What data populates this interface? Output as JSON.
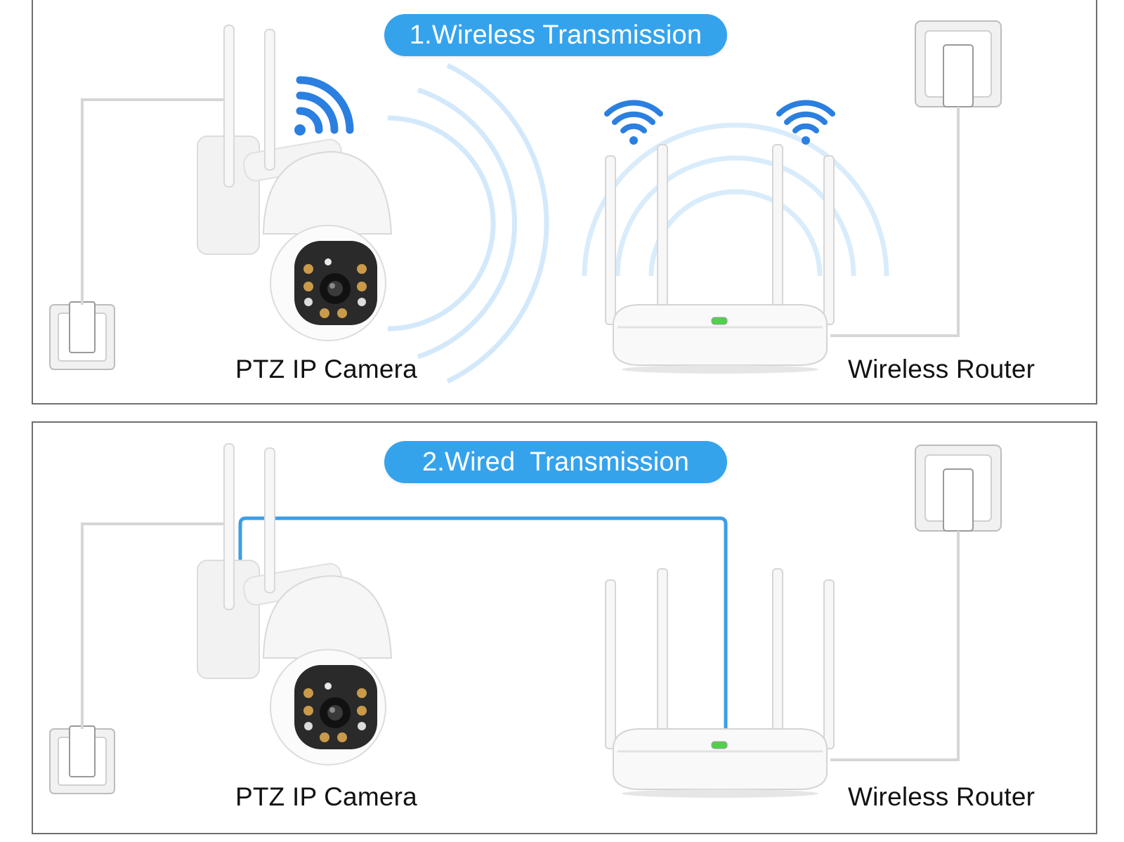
{
  "colors": {
    "accent": "#35a3ec",
    "cable": "#3b9ee6",
    "border": "#6f6f6f"
  },
  "panels": [
    {
      "title": "1.Wireless Transmission",
      "camera_label": "PTZ IP Camera",
      "router_label": "Wireless Router",
      "mode": "wireless"
    },
    {
      "title": "2.Wired  Transmission",
      "camera_label": "PTZ IP Camera",
      "router_label": "Wireless Router",
      "mode": "wired"
    }
  ]
}
